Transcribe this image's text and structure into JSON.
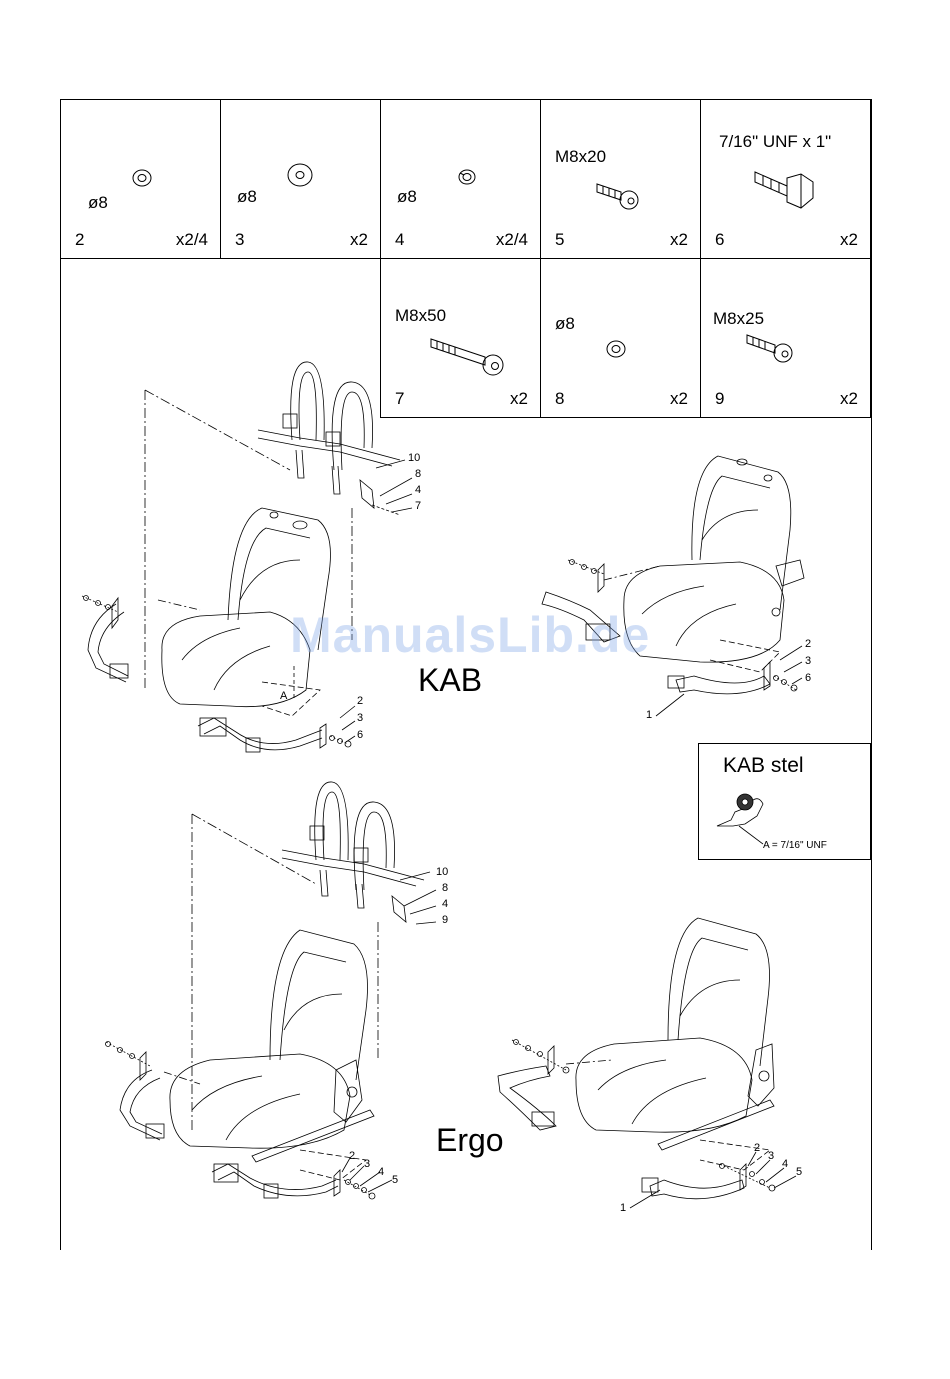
{
  "parts": [
    {
      "spec": "ø8",
      "number": "2",
      "qty": "x2/4",
      "icon": "washer-icon"
    },
    {
      "spec": "ø8",
      "number": "3",
      "qty": "x2",
      "icon": "large-washer-icon"
    },
    {
      "spec": "ø8",
      "number": "4",
      "qty": "x2/4",
      "icon": "spring-washer-icon"
    },
    {
      "spec": "M8x20",
      "number": "5",
      "qty": "x2",
      "icon": "socket-bolt-icon"
    },
    {
      "spec": "7/16\" UNF x 1\"",
      "number": "6",
      "qty": "x2",
      "icon": "hex-bolt-icon"
    },
    {
      "spec": "M8x50",
      "number": "7",
      "qty": "x2",
      "icon": "long-socket-bolt-icon"
    },
    {
      "spec": "ø8",
      "number": "8",
      "qty": "x2",
      "icon": "washer-icon"
    },
    {
      "spec": "M8x25",
      "number": "9",
      "qty": "x2",
      "icon": "socket-bolt-icon"
    }
  ],
  "diagram": {
    "kab_label": "KAB",
    "ergo_label": "Ergo",
    "callouts_kab_top": [
      "10",
      "8",
      "4",
      "7"
    ],
    "callouts_kab_left": [
      "A",
      "2",
      "3",
      "6"
    ],
    "callouts_kab_right": [
      "2",
      "3",
      "6",
      "1"
    ],
    "callouts_ergo_top": [
      "10",
      "8",
      "4",
      "9"
    ],
    "callouts_ergo_left": [
      "2",
      "3",
      "4",
      "5"
    ],
    "callouts_ergo_right": [
      "2",
      "3",
      "4",
      "5",
      "1"
    ]
  },
  "kab_stel": {
    "title": "KAB stel",
    "note": "A = 7/16\" UNF"
  },
  "watermark": "ManualsLib.de"
}
